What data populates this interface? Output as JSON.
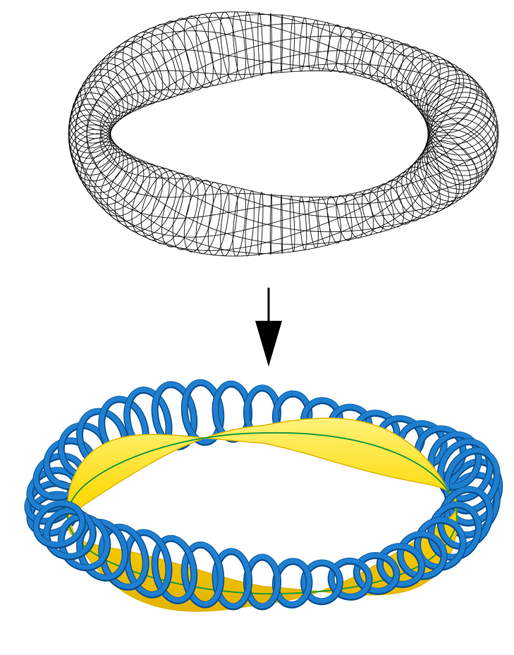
{
  "figure": {
    "top_panel": {
      "kind": "wireframe-torus",
      "line_color": "#111111"
    },
    "arrow": {
      "color": "#000000",
      "direction": "down"
    },
    "bottom_panel": {
      "kind": "coil-set-around-twisted-surface",
      "coil_color": "#1e7fd0",
      "coil_shadow_color": "#0d4f8f",
      "surface_color": "#ffd800",
      "surface_shade_color": "#e0b400",
      "axis_line_color": "#1e9a3c"
    }
  }
}
